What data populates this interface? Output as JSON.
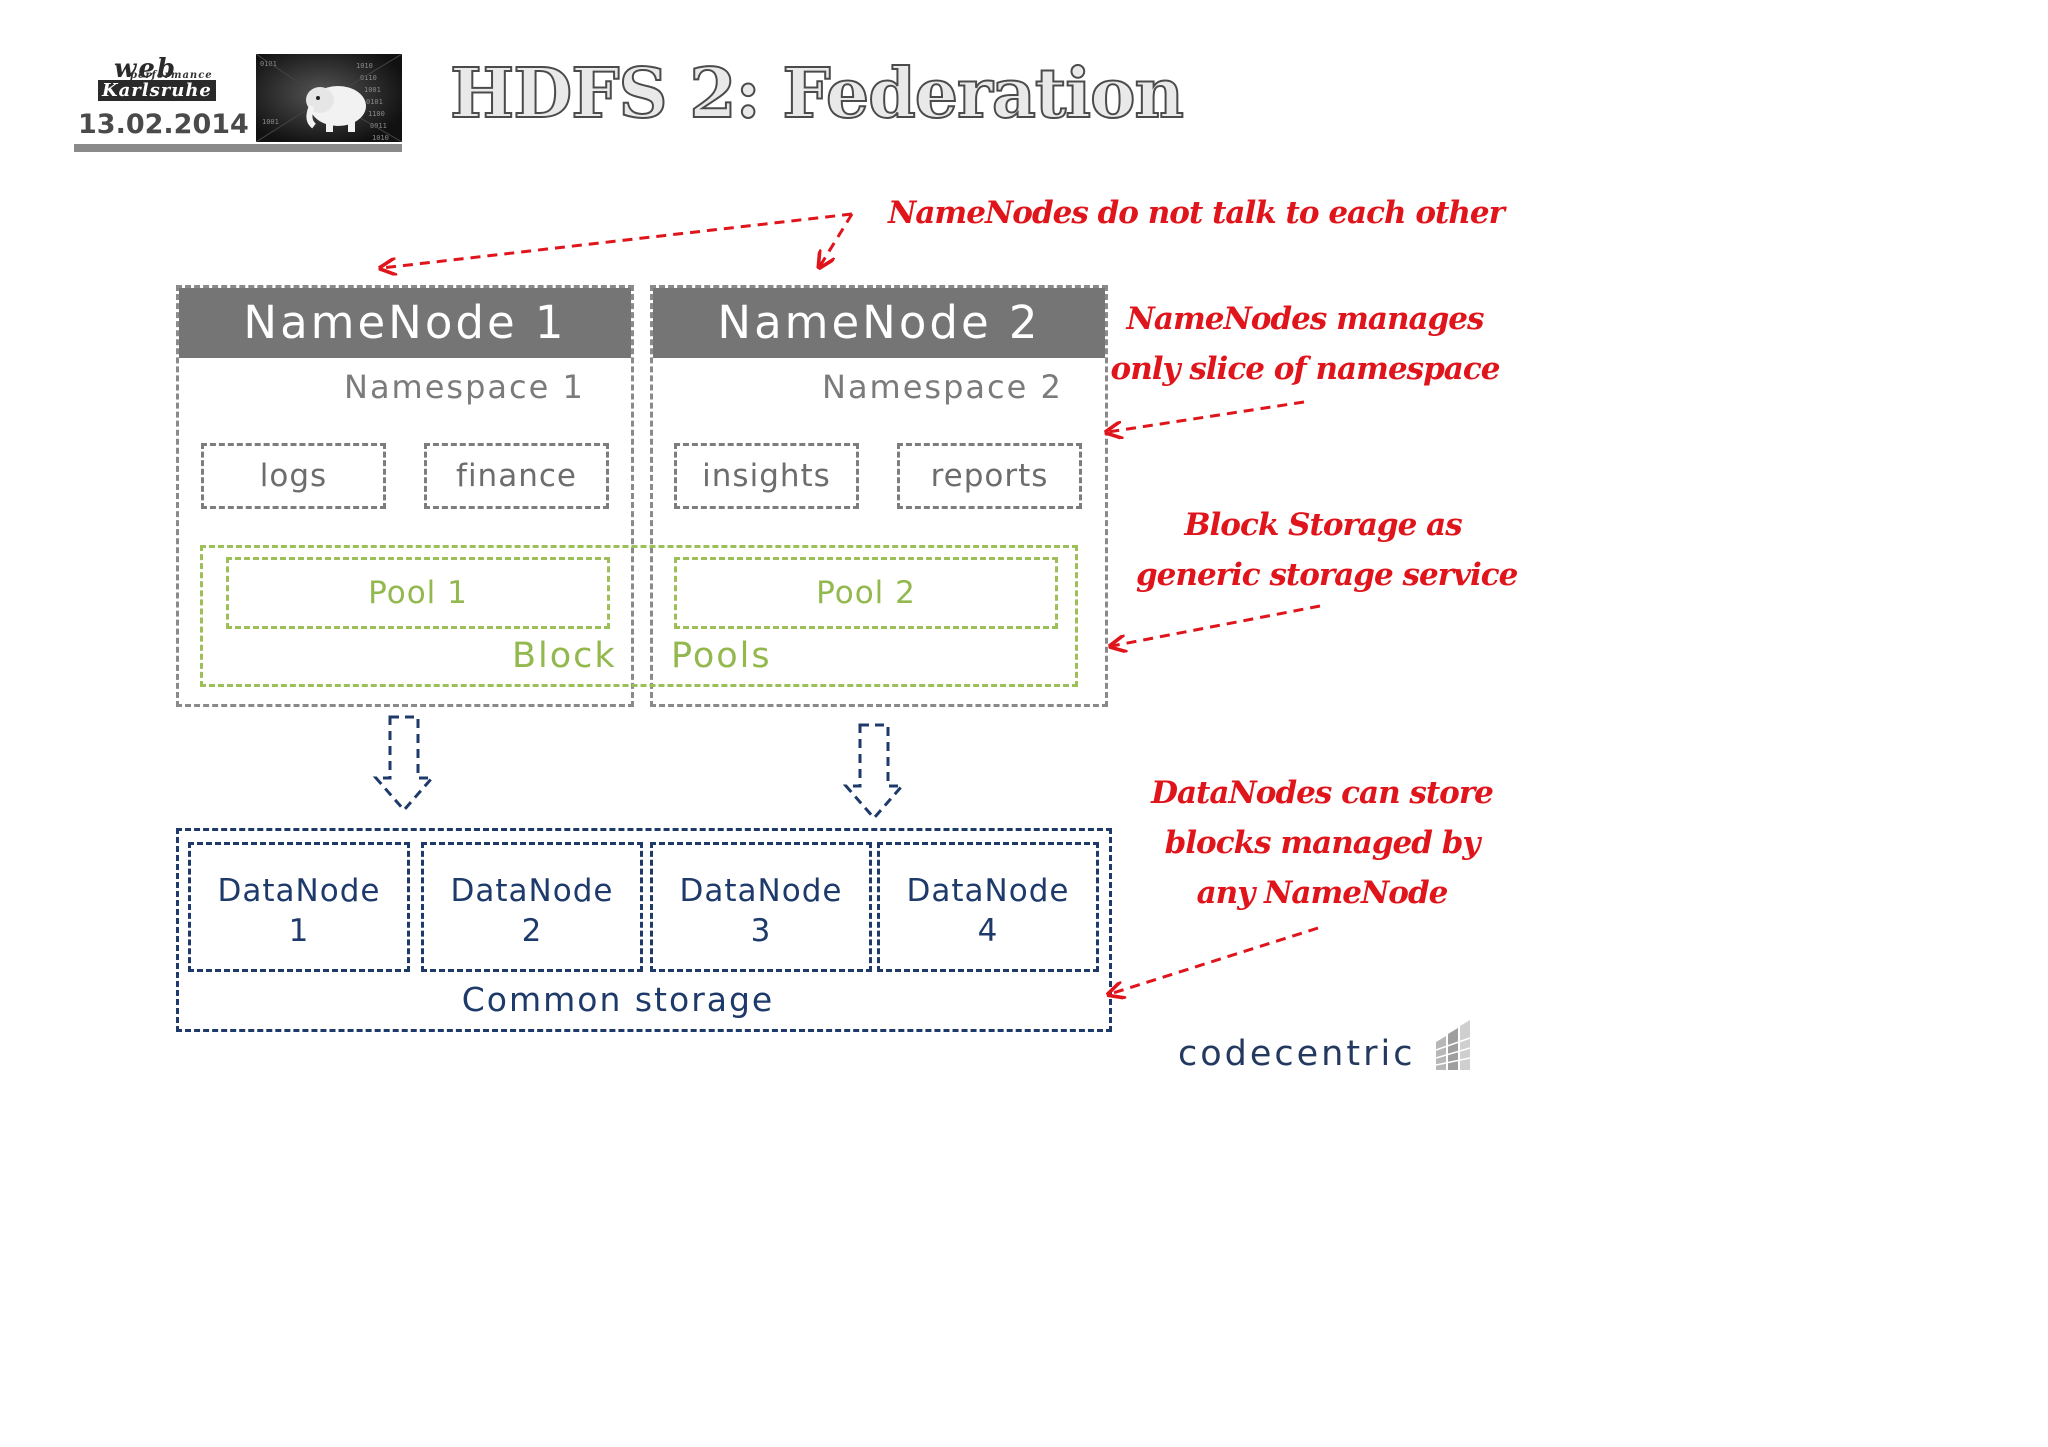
{
  "header": {
    "logo_line1": "web",
    "logo_line2": "performance",
    "logo_line3": "Karlsruhe",
    "date": "13.02.2014",
    "title": "HDFS 2: Federation"
  },
  "namenodes": [
    {
      "title": "NameNode 1",
      "namespace": "Namespace 1",
      "folders": [
        "logs",
        "finance"
      ],
      "pool": "Pool 1"
    },
    {
      "title": "NameNode 2",
      "namespace": "Namespace 2",
      "folders": [
        "insights",
        "reports"
      ],
      "pool": "Pool 2"
    }
  ],
  "block_pools": {
    "left": "Block",
    "right": "Pools"
  },
  "datanodes": [
    {
      "line1": "DataNode",
      "line2": "1"
    },
    {
      "line1": "DataNode",
      "line2": "2"
    },
    {
      "line1": "DataNode",
      "line2": "3"
    },
    {
      "line1": "DataNode",
      "line2": "4"
    }
  ],
  "common_storage": "Common storage",
  "notes": {
    "no_talk": "NameNodes do not talk to each other",
    "slice_1": "NameNodes manages",
    "slice_2": "only slice of namespace",
    "block_1": "Block Storage as",
    "block_2": "generic storage service",
    "dn_1": "DataNodes can store",
    "dn_2": "blocks managed by",
    "dn_3": "any NameNode"
  },
  "brand": "codecentric",
  "colors": {
    "annotation": "#e0141b",
    "namenode_header": "#757575",
    "pool_green": "#9cbf58",
    "datanode_blue": "#1e3a6b"
  }
}
